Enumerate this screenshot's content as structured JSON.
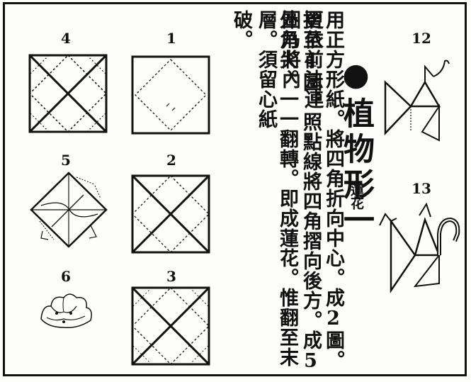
{
  "figures": {
    "fig1": "1",
    "fig2": "2",
    "fig3": "3",
    "fig4": "4",
    "fig5": "5",
    "fig6": "6",
    "fig12": "12",
    "fig13": "13"
  },
  "title": "●植物形一",
  "subtitle": "蓮花",
  "body": {
    "col1": "用正方形紙。將四角折向中心。成2圖。更依前法連",
    "col2": "摺至4圖。照點線將四角摺向後方。成5圖乃將內",
    "col3": "外角尖。一一翻轉。即成蓮花。惟翻至末層。須留心紙",
    "col4": "破。"
  }
}
